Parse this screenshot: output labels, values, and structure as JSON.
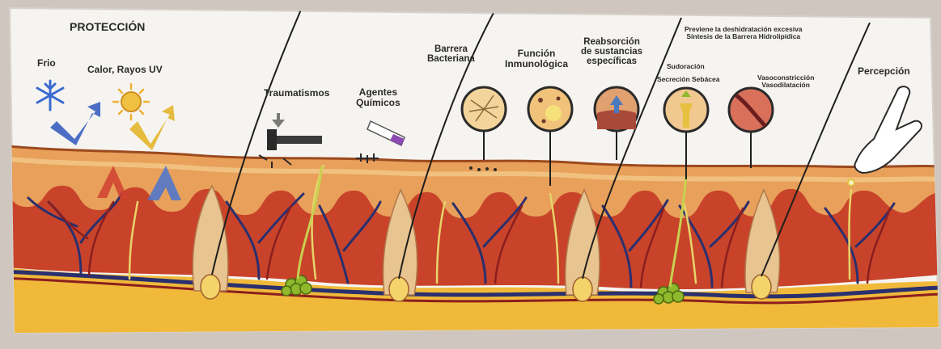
{
  "header": {
    "title": "PROTECCIÓN"
  },
  "labels": {
    "frio": "Frio",
    "calor": "Calor, Rayos UV",
    "traumatismos": "Traumatismos",
    "agentes_line1": "Agentes",
    "agentes_line2": "Químicos",
    "barrera_line1": "Barrera",
    "barrera_line2": "Bacteriana",
    "funcion_line1": "Función",
    "funcion_line2": "Inmunológica",
    "reabsorcion_line1": "Reabsorción",
    "reabsorcion_line2": "de sustancias",
    "reabsorcion_line3": "específicas",
    "previene_line1": "Previene la deshidratación excesiva",
    "previene_line2": "Síntesis de la Barrera Hidrolipídica",
    "sudoracion": "Sudoración",
    "secrecion": "Secreción Sebácea",
    "vaso_line1": "Vasoconstricción",
    "vaso_line2": "Vasodilatación",
    "percepcion": "Percepción"
  },
  "colors": {
    "paper": "#f6f4f1",
    "epidermis": "#e8a05a",
    "dermis": "#c8432a",
    "fat": "#f0b93a",
    "vein": "#2a2f6e",
    "artery": "#8b1e1e",
    "nerve": "#e8d46a"
  },
  "icons": [
    "snowflake-icon",
    "sun-icon",
    "hammer-icon",
    "test-tube-icon",
    "bacteria-circle-icon",
    "immune-circle-icon",
    "absorption-circle-icon",
    "sweat-gland-circle-icon",
    "hair-circle-icon",
    "finger-touch-icon"
  ]
}
